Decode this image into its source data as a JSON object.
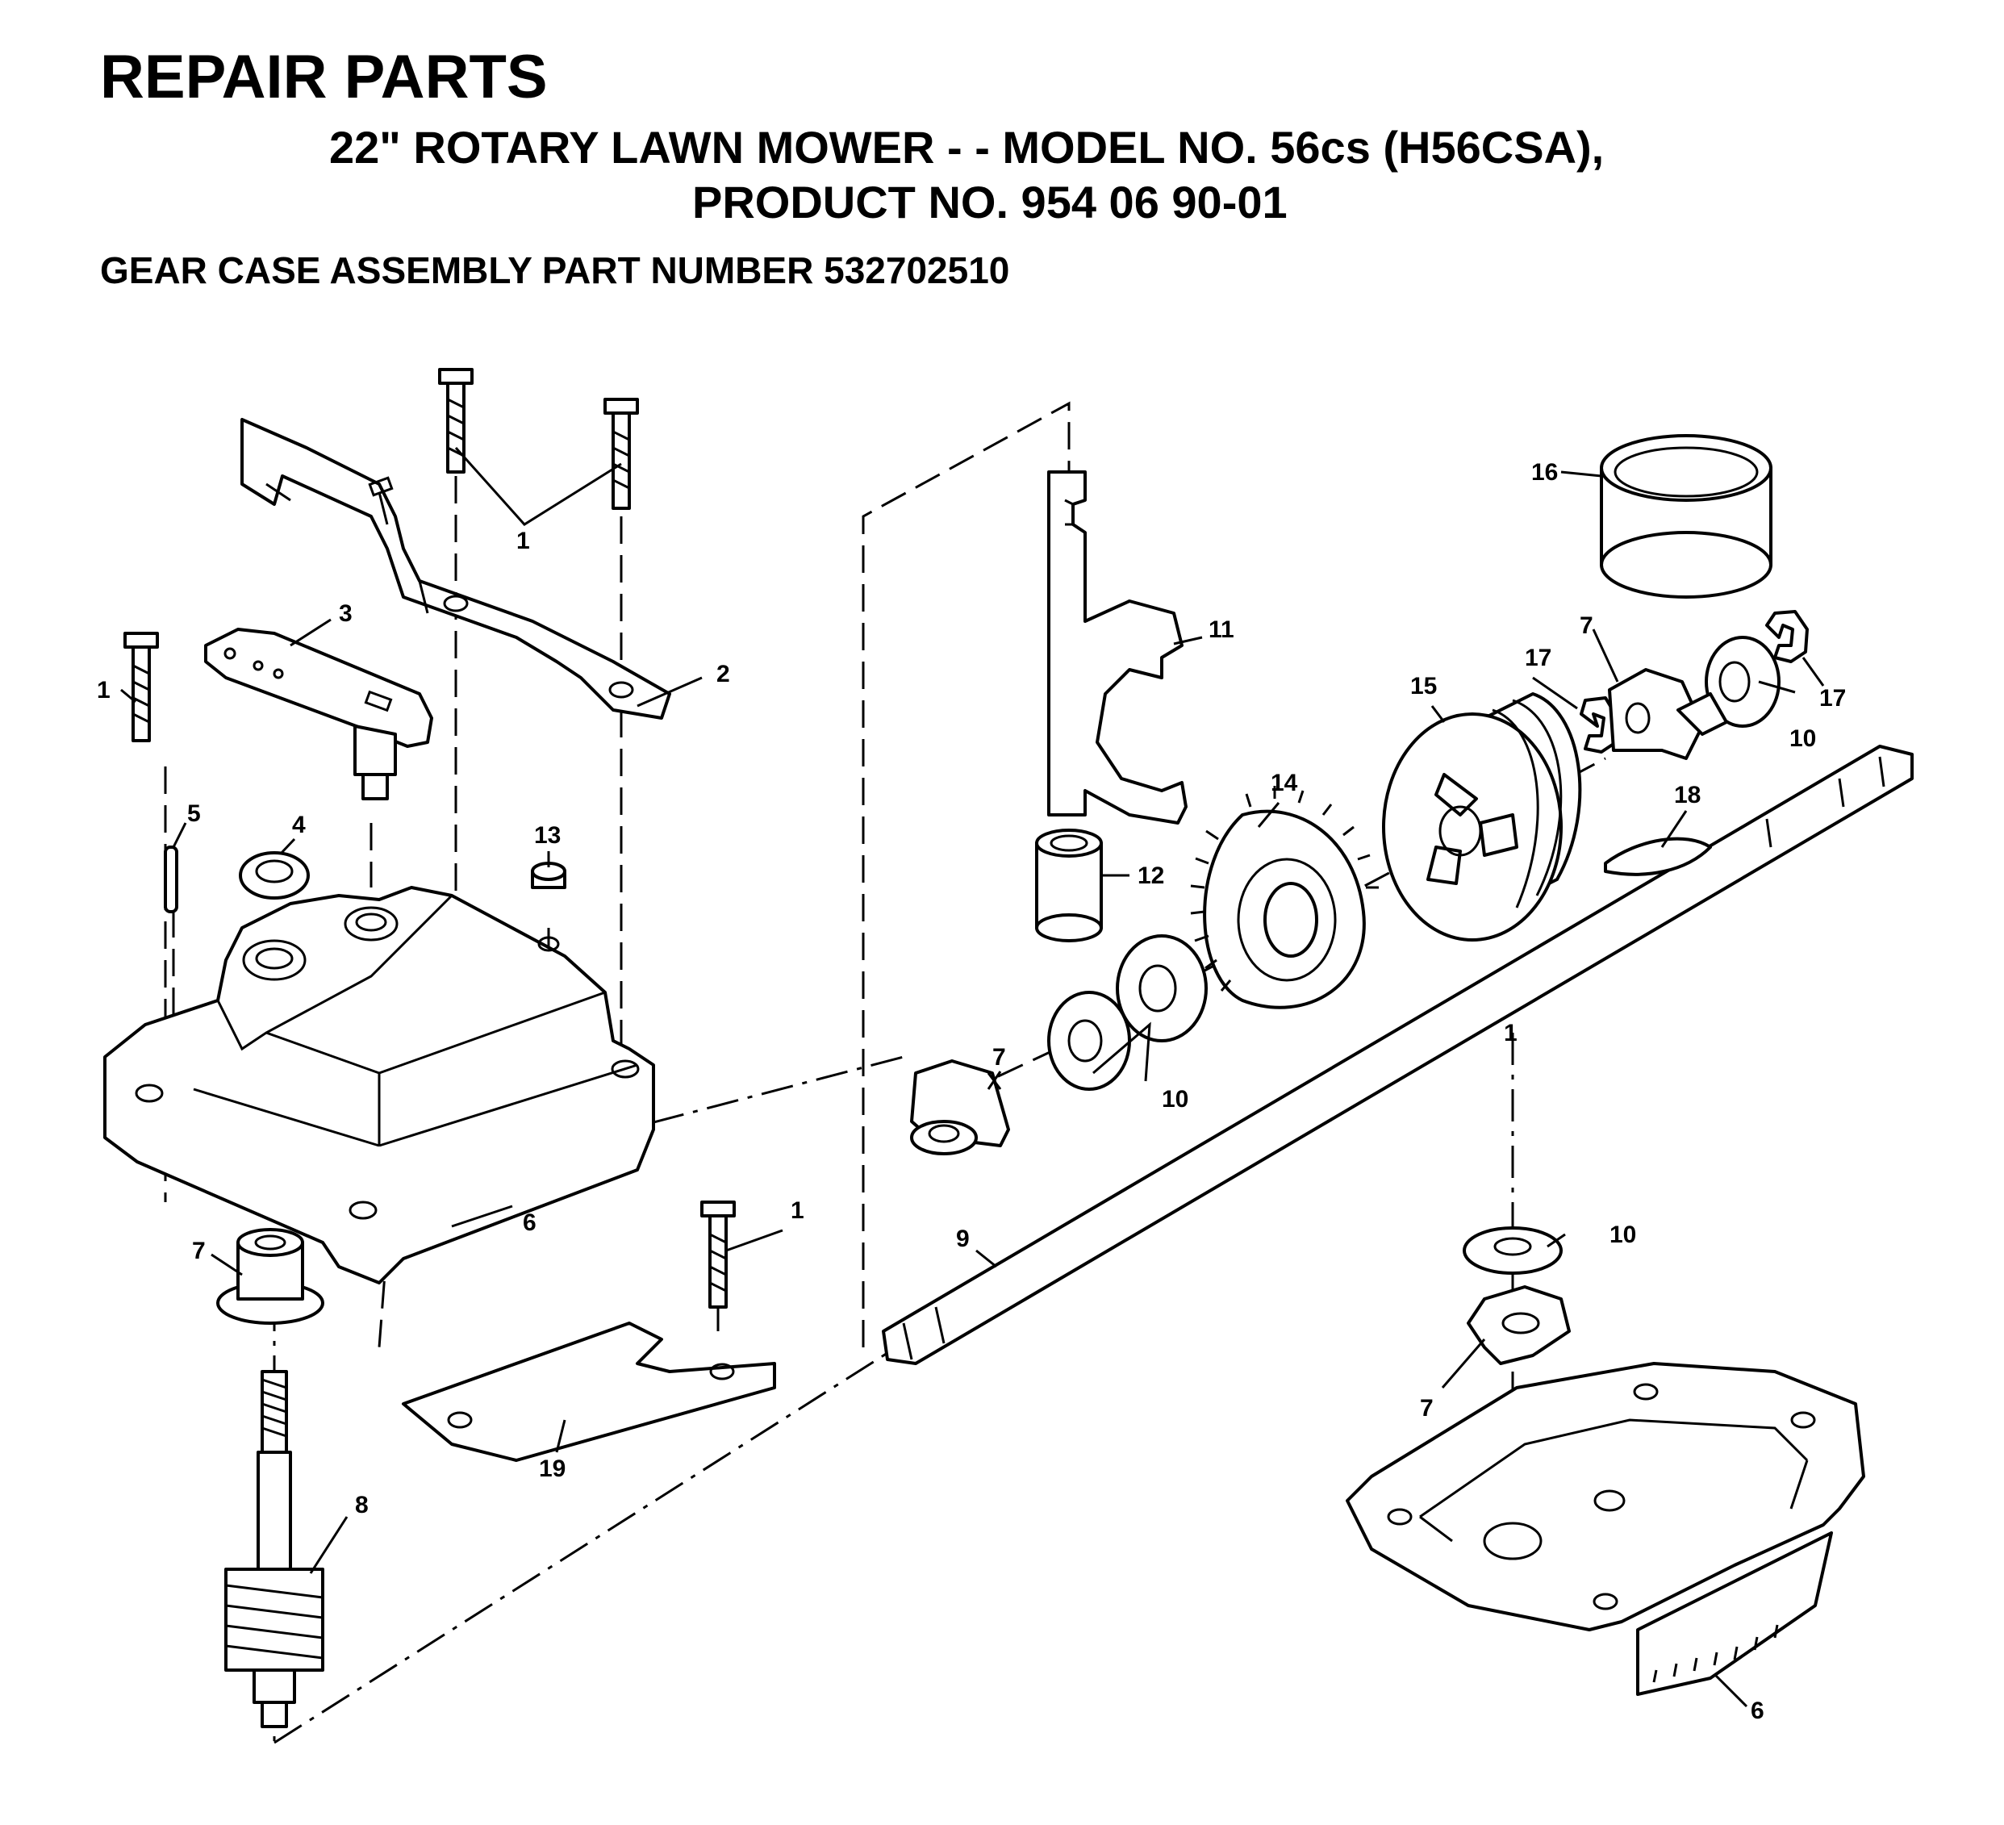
{
  "header": {
    "title": "REPAIR PARTS",
    "subtitle_line1": "22\" ROTARY LAWN MOWER - - MODEL NO. 56cs (H56CSA),",
    "subtitle_line2": "PRODUCT NO. 954 06 90-01",
    "assembly": "GEAR CASE ASSEMBLY PART NUMBER 532702510"
  },
  "callouts": {
    "c1a": "1",
    "c1b": "1",
    "c1c": "1",
    "c1d": "1",
    "c2": "2",
    "c3": "3",
    "c4": "4",
    "c5": "5",
    "c6a": "6",
    "c6b": "6",
    "c7a": "7",
    "c7b": "7",
    "c7c": "7",
    "c7d": "7",
    "c8": "8",
    "c9": "9",
    "c10a": "10",
    "c10b": "10",
    "c10c": "10",
    "c11": "11",
    "c12": "12",
    "c13": "13",
    "c14": "14",
    "c15": "15",
    "c16": "16",
    "c17a": "17",
    "c17b": "17",
    "c18": "18",
    "c19": "19"
  },
  "parts": [
    {
      "no": "1",
      "icon": "bolt-icon"
    },
    {
      "no": "2",
      "icon": "bracket-icon"
    },
    {
      "no": "3",
      "icon": "shift-lever-icon"
    },
    {
      "no": "4",
      "icon": "seal-icon"
    },
    {
      "no": "5",
      "icon": "pin-icon"
    },
    {
      "no": "6",
      "icon": "gear-case-icon"
    },
    {
      "no": "7",
      "icon": "bearing-icon"
    },
    {
      "no": "8",
      "icon": "worm-shaft-icon"
    },
    {
      "no": "9",
      "icon": "axle-shaft-icon"
    },
    {
      "no": "10",
      "icon": "washer-icon"
    },
    {
      "no": "11",
      "icon": "shift-fork-icon"
    },
    {
      "no": "12",
      "icon": "spacer-icon"
    },
    {
      "no": "13",
      "icon": "plug-icon"
    },
    {
      "no": "14",
      "icon": "gear-icon"
    },
    {
      "no": "15",
      "icon": "clutch-icon"
    },
    {
      "no": "16",
      "icon": "grease-cap-icon"
    },
    {
      "no": "17",
      "icon": "retaining-ring-icon"
    },
    {
      "no": "18",
      "icon": "key-icon"
    },
    {
      "no": "19",
      "icon": "plate-icon"
    }
  ]
}
